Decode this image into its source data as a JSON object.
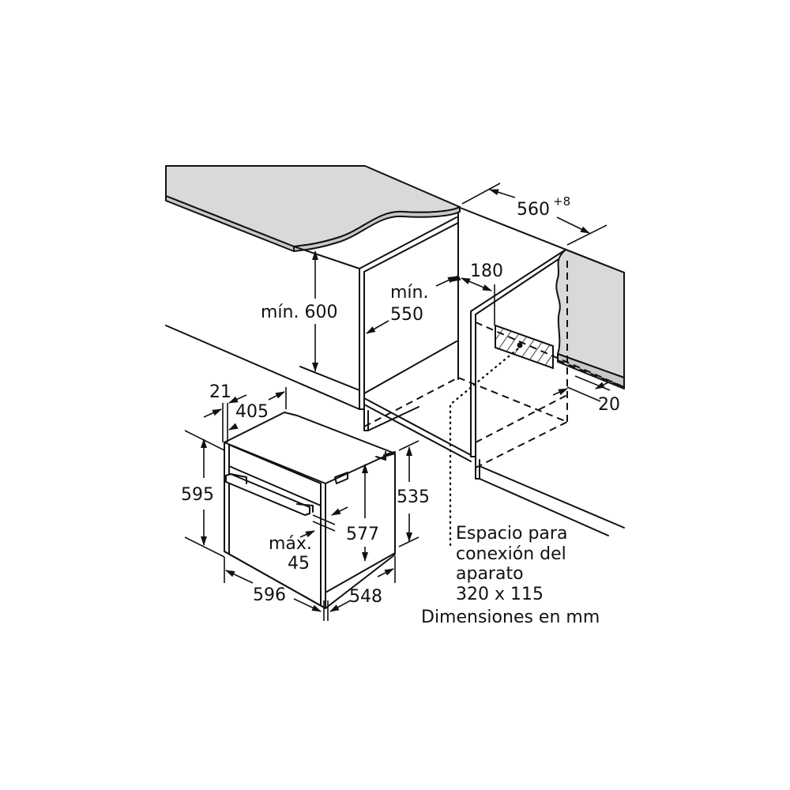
{
  "diagram": {
    "title": "Oven built-in installation dimensions",
    "units_note": "Dimensiones en mm",
    "colors": {
      "line": "#111111",
      "worktop_fill": "#d9d9d9",
      "background": "#ffffff"
    },
    "cabinet_labels": {
      "min_height_label": "mín. 600",
      "min_depth_line1": "mín.",
      "min_depth_line2": "550",
      "niche_width": "560",
      "niche_width_tolerance": "+8",
      "connection_offset": "180",
      "side_gap": "20"
    },
    "oven_labels": {
      "front_panel_depth": "21",
      "top_depth": "405",
      "front_height": "595",
      "body_height": "577",
      "side_height": "535",
      "handle_max_line1": "máx.",
      "handle_max_line2": "45",
      "front_width": "596",
      "total_depth": "548"
    },
    "connection_note": {
      "line1": "Espacio para",
      "line2": "conexión del",
      "line3": "aparato",
      "line4": "320 x 115"
    }
  }
}
